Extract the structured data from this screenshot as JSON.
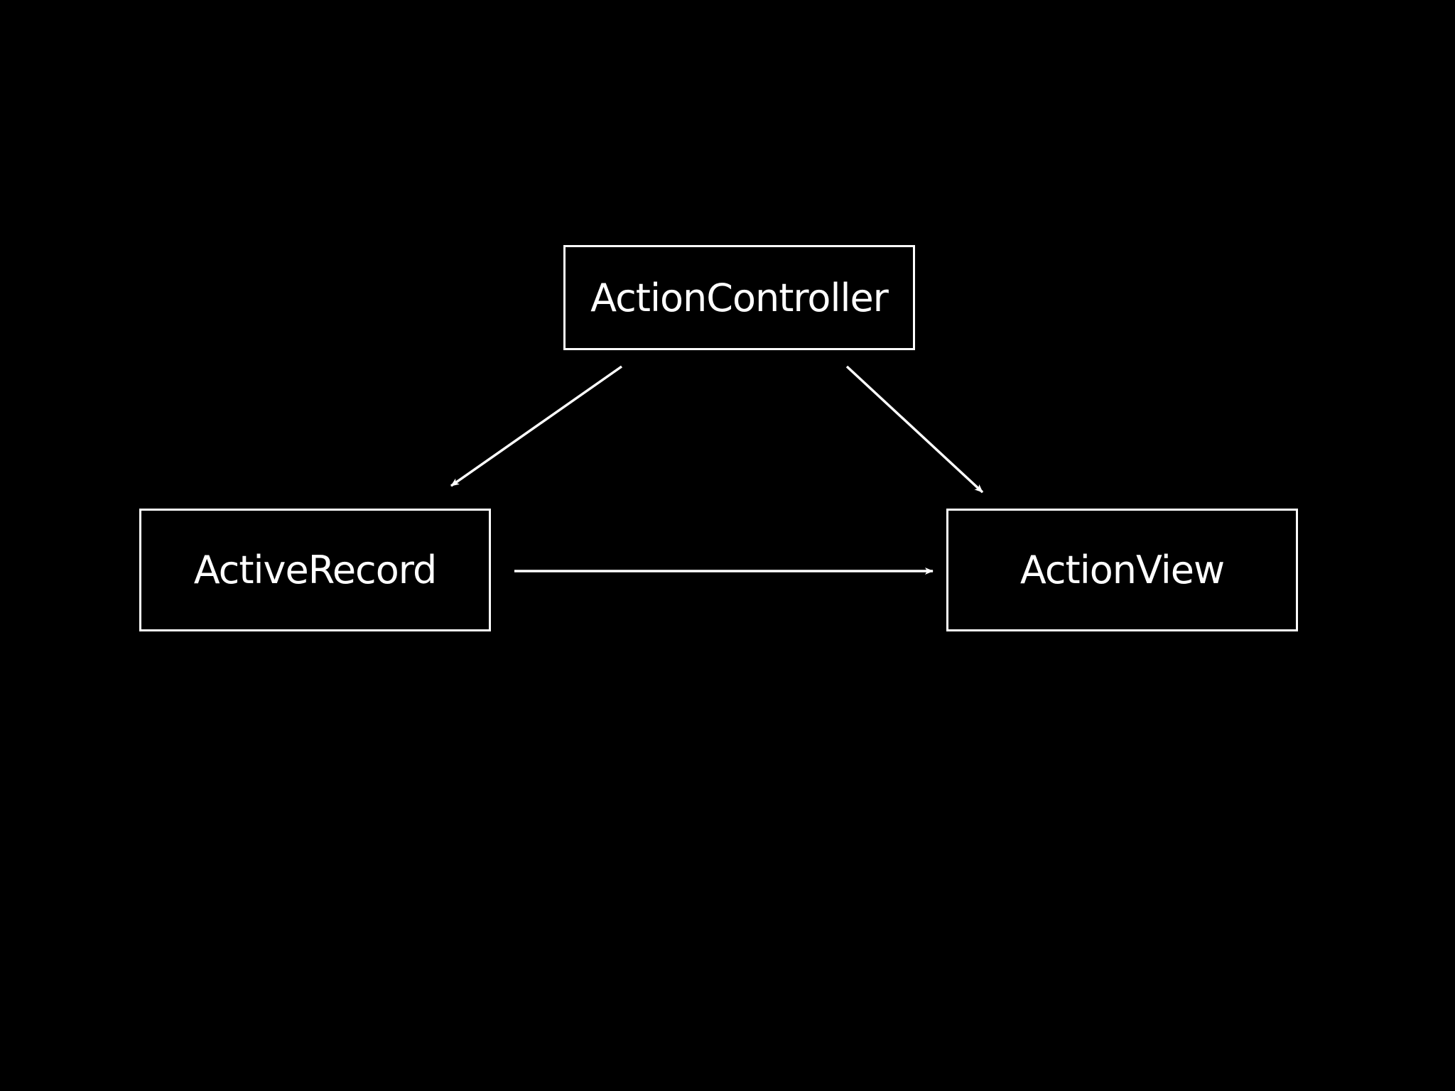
{
  "diagram": {
    "nodes": [
      {
        "id": "controller",
        "label": "ActionController"
      },
      {
        "id": "record",
        "label": "ActiveRecord"
      },
      {
        "id": "view",
        "label": "ActionView"
      }
    ],
    "edges": [
      {
        "from": "controller",
        "to": "record"
      },
      {
        "from": "controller",
        "to": "view"
      },
      {
        "from": "record",
        "to": "view"
      }
    ],
    "colors": {
      "background": "#000000",
      "foreground": "#ffffff"
    }
  }
}
